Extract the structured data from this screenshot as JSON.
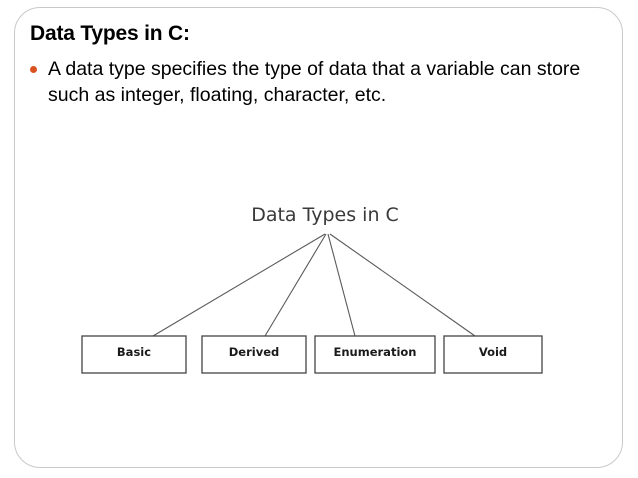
{
  "slide": {
    "heading": "Data Types in C:",
    "bullets": [
      {
        "marker": "bullet-dot",
        "text": "A data type specifies the type of data that a variable can store such as integer, floating, character, etc."
      }
    ]
  },
  "diagram": {
    "title": "Data Types in C",
    "root_label": "Data Types in C",
    "nodes": [
      {
        "label": "Basic"
      },
      {
        "label": "Derived"
      },
      {
        "label": "Enumeration"
      },
      {
        "label": "Void"
      }
    ]
  },
  "colors": {
    "bullet_marker": "#d9521f",
    "heading_text": "#000000",
    "body_text": "#000000",
    "slide_border": "#c9c9c9",
    "diagram_title": "#3a3a3a",
    "diagram_line": "#5a5a5a",
    "diagram_box_border": "#444444",
    "background": "#ffffff"
  }
}
